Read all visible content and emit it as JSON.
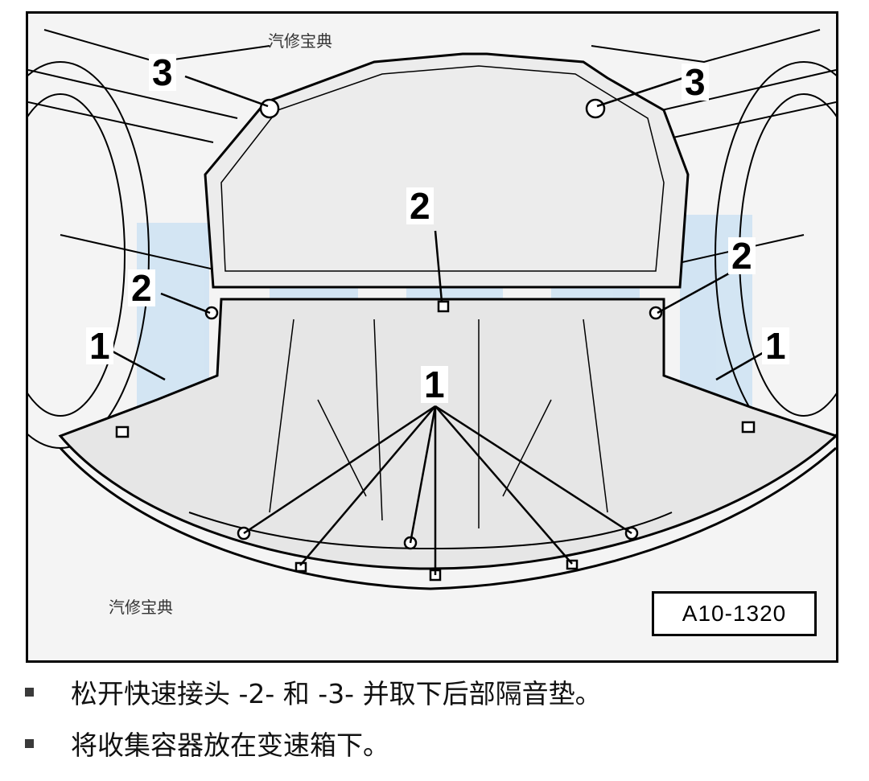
{
  "figure": {
    "id_label": "A10-1320",
    "watermark_top": "汽修宝典",
    "watermark_bottom": "汽修宝典",
    "callouts": {
      "n1_left": "1",
      "n1_right": "1",
      "n1_center": "1",
      "n2_left": "2",
      "n2_right": "2",
      "n2_center": "2",
      "n3_left": "3",
      "n3_right": "3"
    }
  },
  "steps": [
    {
      "text": "松开快速接头 -2- 和 -3- 并取下后部隔音垫。"
    },
    {
      "text": "将收集容器放在变速箱下。"
    }
  ]
}
